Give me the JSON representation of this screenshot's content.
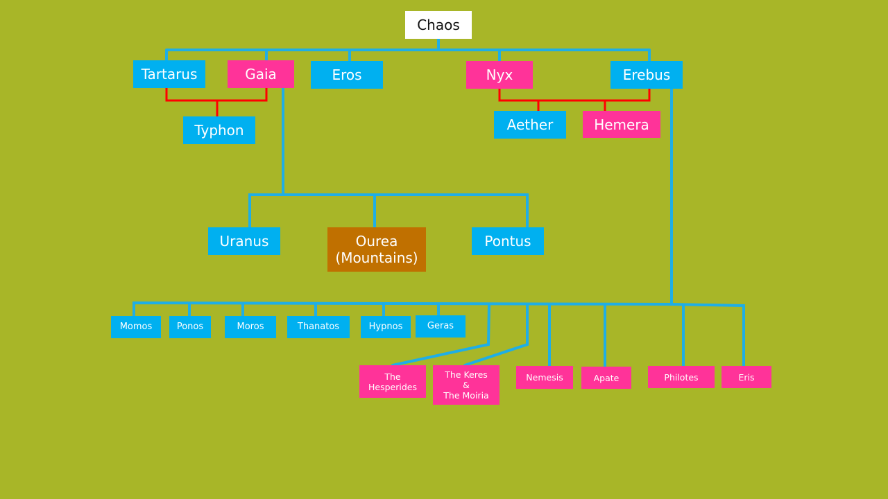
{
  "colors": {
    "background": "#a8b628",
    "blue": "#00b0f0",
    "pink": "#ff3399",
    "brown": "#c07000",
    "white": "#ffffff",
    "line_blue": "#1faee6",
    "line_red": "#ff0000"
  },
  "nodes": {
    "chaos": {
      "label": "Chaos",
      "color": "white"
    },
    "tartarus": {
      "label": "Tartarus",
      "color": "blue"
    },
    "gaia": {
      "label": "Gaia",
      "color": "pink"
    },
    "eros": {
      "label": "Eros",
      "color": "blue"
    },
    "nyx": {
      "label": "Nyx",
      "color": "pink"
    },
    "erebus": {
      "label": "Erebus",
      "color": "blue"
    },
    "typhon": {
      "label": "Typhon",
      "color": "blue"
    },
    "aether": {
      "label": "Aether",
      "color": "blue"
    },
    "hemera": {
      "label": "Hemera",
      "color": "pink"
    },
    "uranus": {
      "label": "Uranus",
      "color": "blue"
    },
    "ourea": {
      "label": "Ourea\n(Mountains)",
      "color": "brown"
    },
    "pontus": {
      "label": "Pontus",
      "color": "blue"
    },
    "momos": {
      "label": "Momos",
      "color": "blue"
    },
    "ponos": {
      "label": "Ponos",
      "color": "blue"
    },
    "moros": {
      "label": "Moros",
      "color": "blue"
    },
    "thanatos": {
      "label": "Thanatos",
      "color": "blue"
    },
    "hypnos": {
      "label": "Hypnos",
      "color": "blue"
    },
    "geras": {
      "label": "Geras",
      "color": "blue"
    },
    "hesperides": {
      "label": "The\nHesperides",
      "color": "pink"
    },
    "keres": {
      "label": "The Keres\n&\nThe Moiria",
      "color": "pink"
    },
    "nemesis": {
      "label": "Nemesis",
      "color": "pink"
    },
    "apate": {
      "label": "Apate",
      "color": "pink"
    },
    "philotes": {
      "label": "Philotes",
      "color": "pink"
    },
    "eris": {
      "label": "Eris",
      "color": "pink"
    }
  }
}
